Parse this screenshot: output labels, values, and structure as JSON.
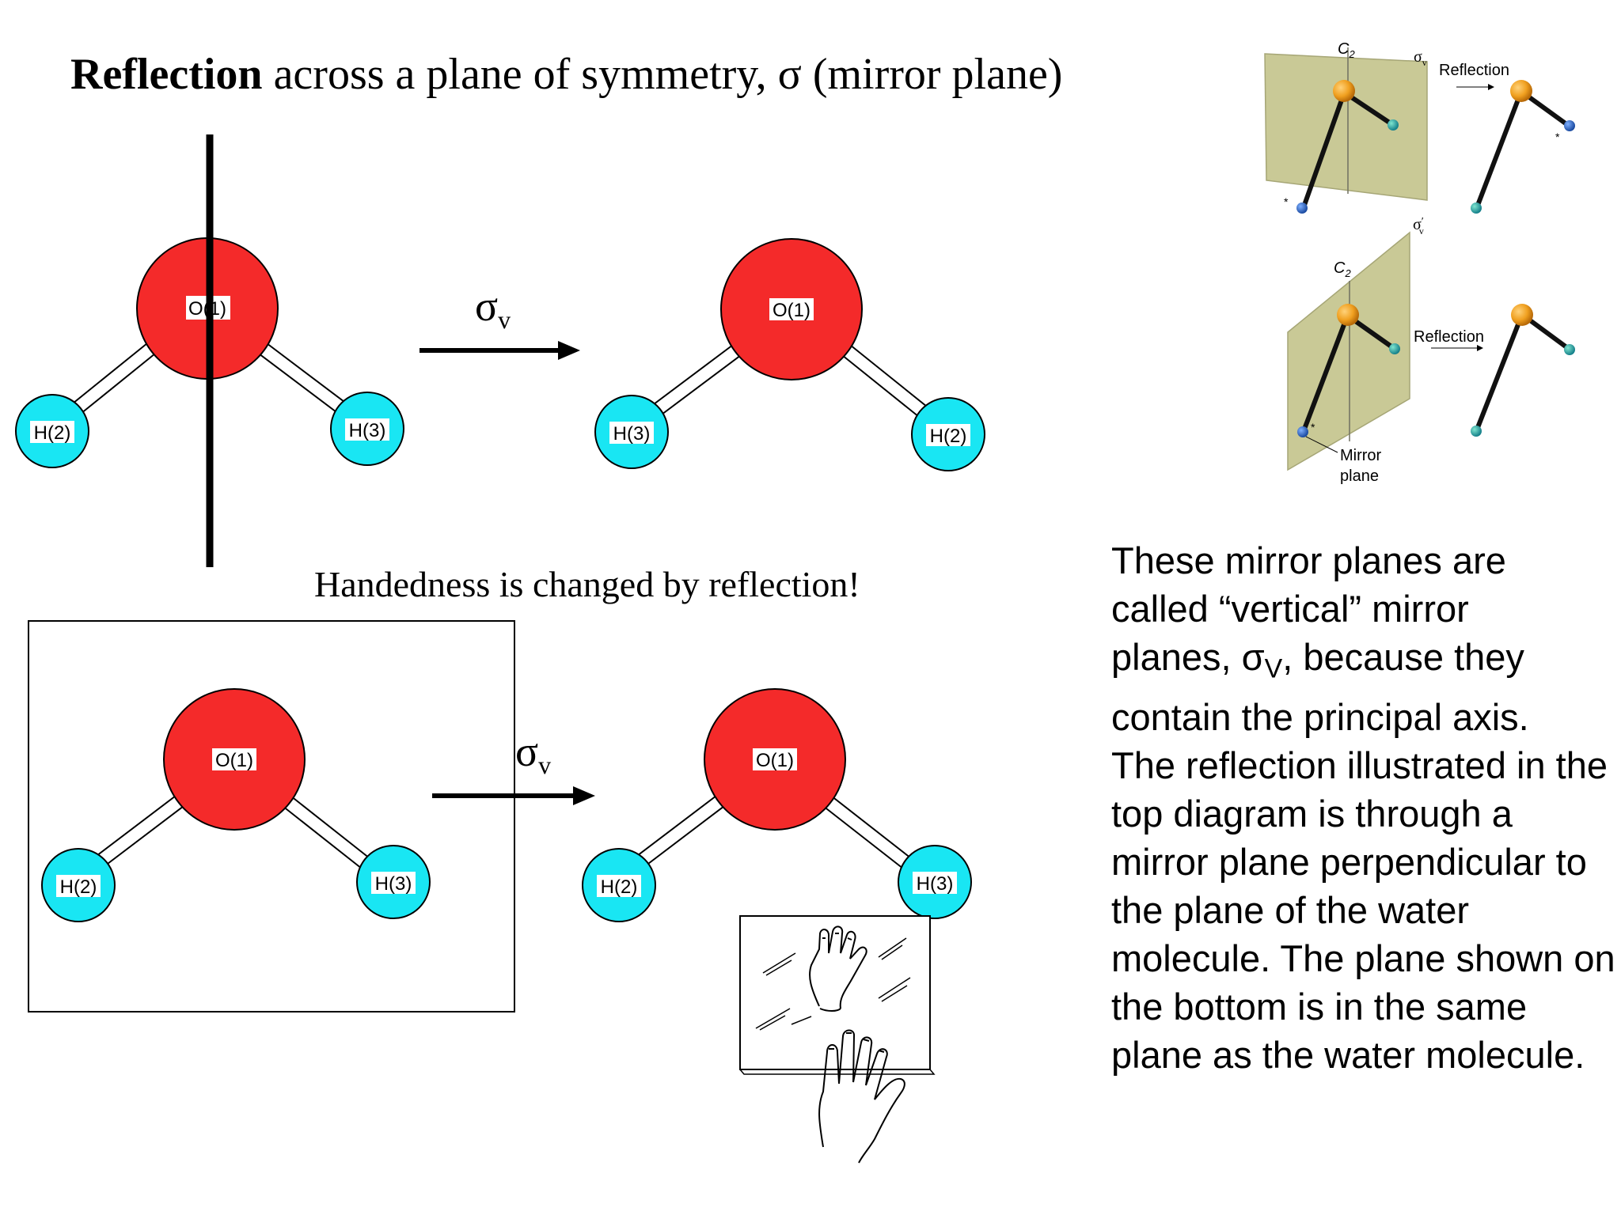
{
  "title": {
    "bold": "Reflection",
    "rest": " across a plane of symmetry, σ (mirror plane)"
  },
  "operation_symbol": "σ",
  "operation_subscript": "v",
  "handedness_note": "Handedness is changed by reflection!",
  "molecules": {
    "top_left": {
      "o": "O(1)",
      "h_left": "H(2)",
      "h_right": "H(3)"
    },
    "top_right": {
      "o": "O(1)",
      "h_left": "H(3)",
      "h_right": "H(2)"
    },
    "bottom_left": {
      "o": "O(1)",
      "h_left": "H(2)",
      "h_right": "H(3)"
    },
    "bottom_right": {
      "o": "O(1)",
      "h_left": "H(2)",
      "h_right": "H(3)"
    }
  },
  "inset": {
    "top": {
      "axis": "C",
      "axis_sub": "2",
      "plane": "σ",
      "plane_sub": "v",
      "action": "Reflection"
    },
    "bottom": {
      "axis": "C",
      "axis_sub": "2",
      "plane": "σ",
      "plane_sub": "v",
      "plane_prime": "′",
      "action": "Reflection",
      "mirror_line1": "Mirror",
      "mirror_line2": "plane"
    }
  },
  "explanation": {
    "line1": "These mirror planes are",
    "line2": "called “vertical” mirror",
    "line3_a": "planes, σ",
    "line3_sub": "V",
    "line3_b": ", because they",
    "line4": "contain the principal axis.",
    "rest": "The reflection illustrated in the top diagram is through a mirror plane perpendicular to the plane of the water molecule.  The plane shown on the bottom is in the same plane as the water molecule."
  },
  "colors": {
    "oxygen": "#f42a2a",
    "hydrogen": "#19e6f3",
    "mirror_plane": "#c9c996",
    "inset_oxygen": "#f0a020",
    "inset_hydrogen": "#2f9c8c"
  }
}
